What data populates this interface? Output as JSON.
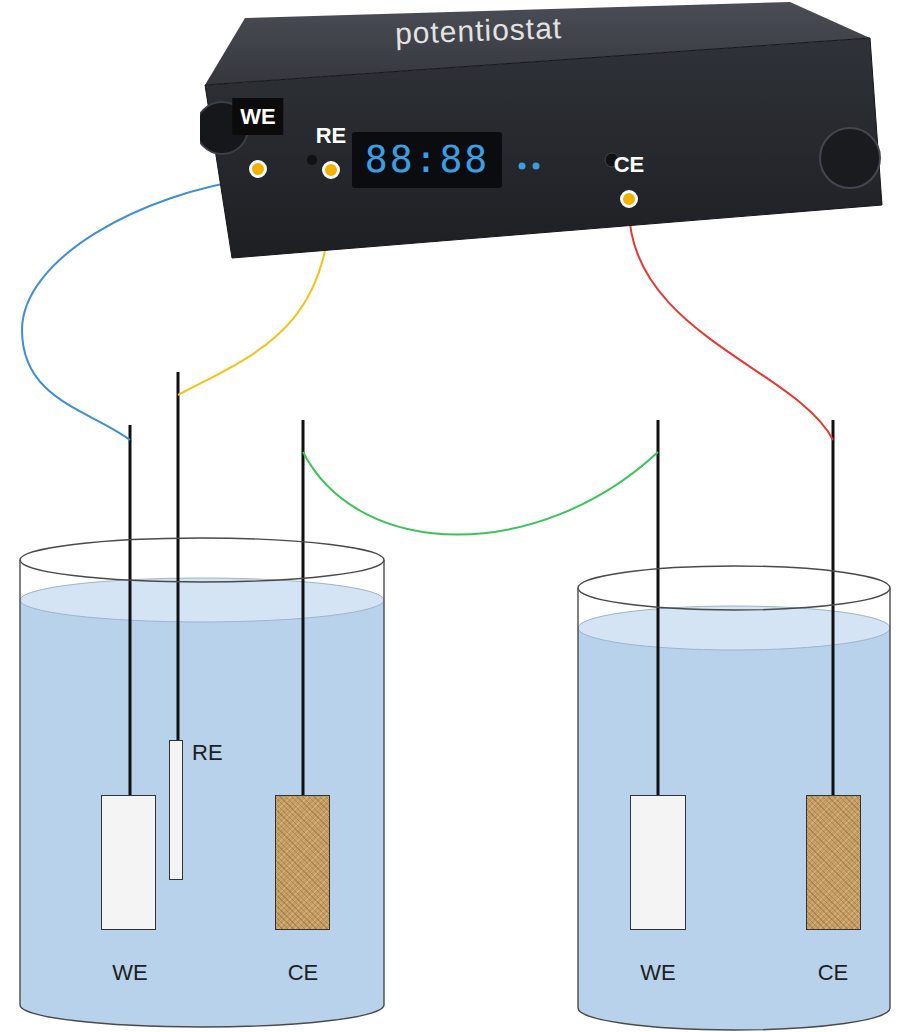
{
  "diagram": {
    "nodes": [
      {
        "text": [
          "potentiostat"
        ]
      },
      {
        "text": [
          "WE"
        ],
        "in": 0
      },
      {
        "text": [
          "RE"
        ],
        "in": 0
      },
      {
        "text": [
          "88:88"
        ],
        "in": 0
      },
      {
        "text": [
          "CE"
        ],
        "in": 0
      },
      {
        "text": [
          "WE"
        ]
      },
      {
        "text": [
          "RE"
        ]
      },
      {
        "text": [
          "CE"
        ]
      },
      {
        "text": [
          "WE"
        ]
      },
      {
        "text": [
          "CE"
        ]
      }
    ],
    "edges": [
      {
        "from": 1,
        "to": 5,
        "arrow": "none"
      },
      {
        "from": 2,
        "to": 6,
        "arrow": "none"
      },
      {
        "from": 7,
        "to": 8,
        "arrow": "none"
      },
      {
        "from": 4,
        "to": 9,
        "arrow": "none"
      }
    ]
  }
}
